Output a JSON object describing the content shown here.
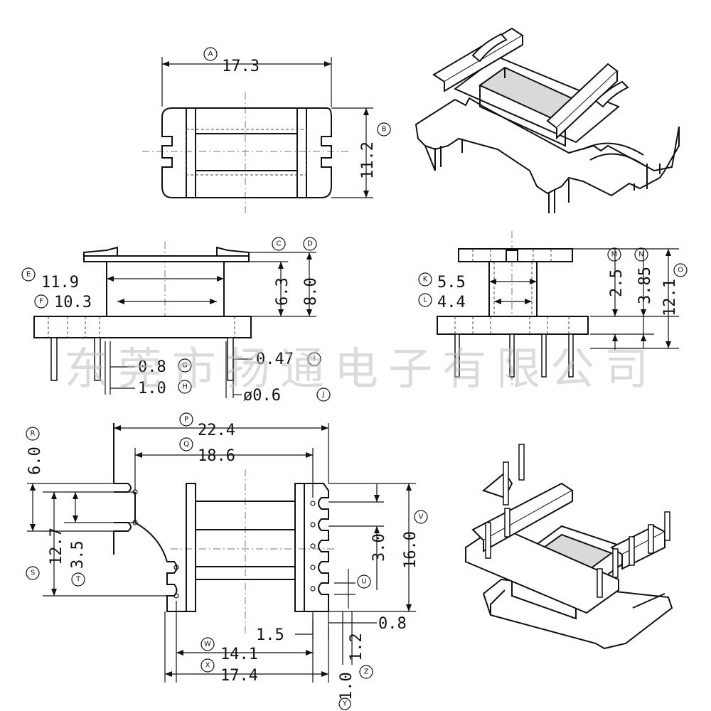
{
  "watermark": "东莞市扬通电子有限公司",
  "top_view": {
    "dims": [
      {
        "tag": "A",
        "value": "17.3"
      },
      {
        "tag": "B",
        "value": "11.2"
      }
    ]
  },
  "front_view": {
    "dims": [
      {
        "tag": "C",
        "value": "6.3"
      },
      {
        "tag": "D",
        "value": "8.0"
      },
      {
        "tag": "E",
        "value": "11.9"
      },
      {
        "tag": "F",
        "value": "10.3"
      },
      {
        "tag": "G",
        "value": "0.8"
      },
      {
        "tag": "H",
        "value": "1.0"
      },
      {
        "tag": "I",
        "value": "0.47"
      },
      {
        "tag": "J",
        "value": "ø0.6"
      }
    ]
  },
  "side_view": {
    "dims": [
      {
        "tag": "K",
        "value": "5.5"
      },
      {
        "tag": "L",
        "value": "4.4"
      },
      {
        "tag": "M",
        "value": "2.5"
      },
      {
        "tag": "N",
        "value": "3.85"
      },
      {
        "tag": "O",
        "value": "12.1"
      }
    ]
  },
  "bottom_view": {
    "dims": [
      {
        "tag": "P",
        "value": "22.4"
      },
      {
        "tag": "Q",
        "value": "18.6"
      },
      {
        "tag": "R",
        "value": "6.0"
      },
      {
        "tag": "S",
        "value": "12.7"
      },
      {
        "tag": "T",
        "value": "3.5"
      },
      {
        "tag": "U",
        "value": "3.0"
      },
      {
        "tag": "V",
        "value": "16.0"
      },
      {
        "tag": "W",
        "value": "14.1"
      },
      {
        "tag": "X",
        "value": "17.4"
      },
      {
        "tag": "Y",
        "value": "1.0"
      },
      {
        "tag": "Z",
        "value": "1.2"
      },
      {
        "tag": "",
        "value": "1.5"
      },
      {
        "tag": "",
        "value": "0.8"
      }
    ]
  }
}
